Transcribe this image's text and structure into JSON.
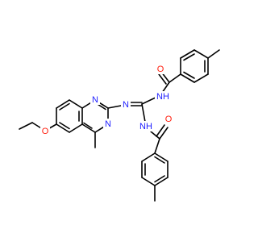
{
  "colors": {
    "carbon_bond": "#000000",
    "nitrogen": "#2020ff",
    "oxygen": "#ff2010",
    "background": "#ffffff"
  },
  "atoms": {
    "n_quin_top": "N",
    "n_quin_bottom": "N",
    "n_imine": "N",
    "nh_upper": "NH",
    "nh_lower": "NH",
    "o_upper": "O",
    "o_lower": "O",
    "o_ethoxy": "O"
  }
}
